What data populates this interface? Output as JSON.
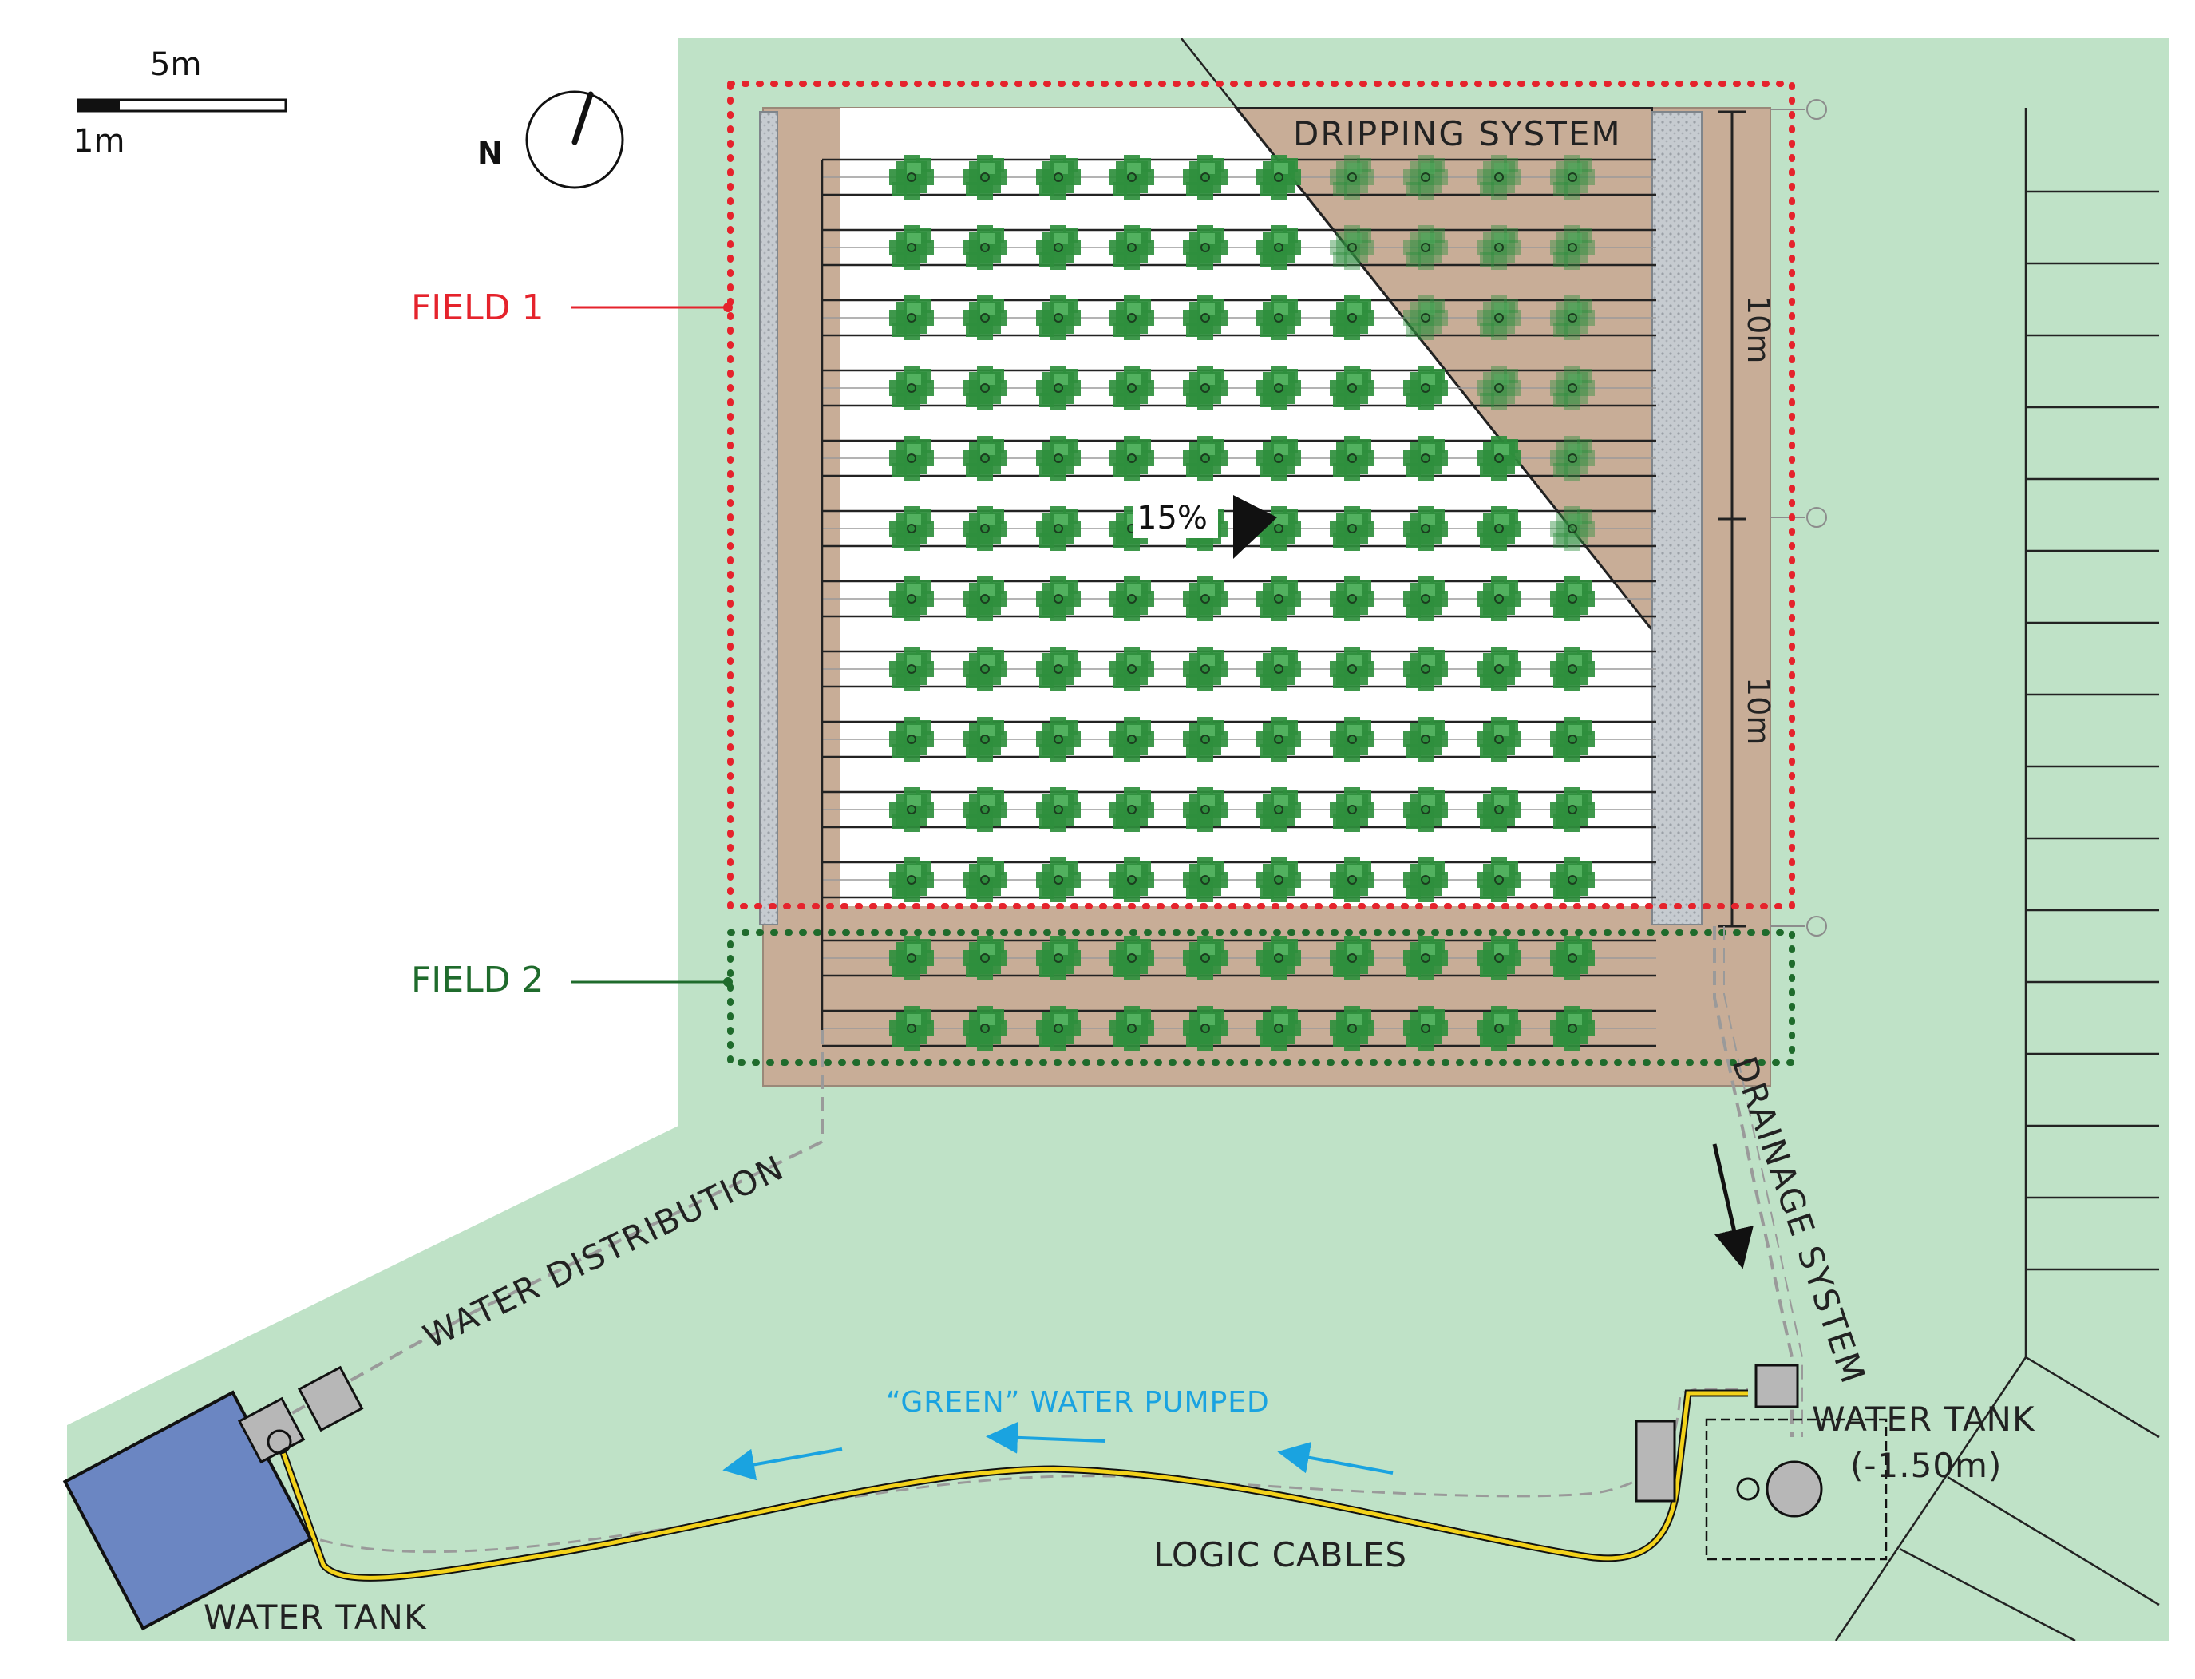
{
  "scale_bar": {
    "major_label": "5m",
    "minor_label": "1m"
  },
  "north": {
    "label": "N"
  },
  "fields": [
    {
      "label": "FIELD 1",
      "color": "#e5232c"
    },
    {
      "label": "FIELD 2",
      "color": "#1f6b2c"
    }
  ],
  "labels": {
    "dripping_system": "DRIPPING SYSTEM",
    "slope": "15%",
    "dim_upper": "10m",
    "dim_lower": "10m",
    "drainage_system": "DRAINAGE SYSTEM",
    "water_distribution": "WATER DISTRIBUTION",
    "green_water": "“GREEN” WATER PUMPED",
    "logic_cables": "LOGIC CABLES",
    "water_tank_left": "WATER TANK",
    "water_tank_right": "WATER TANK",
    "water_tank_right_depth": "(-1.50m)"
  },
  "plant_grid": {
    "columns": 10,
    "field1_rows": 11,
    "field2_rows": 2
  },
  "colors": {
    "grass": "#bfe2c7",
    "soil": "#c8ad97",
    "plant": "#2f8f3d",
    "pump_line": "#f3d21a",
    "water_tank": "#6b86c2",
    "arrow_blue": "#1aa3e0",
    "green_water_text": "#1aa3e0"
  }
}
